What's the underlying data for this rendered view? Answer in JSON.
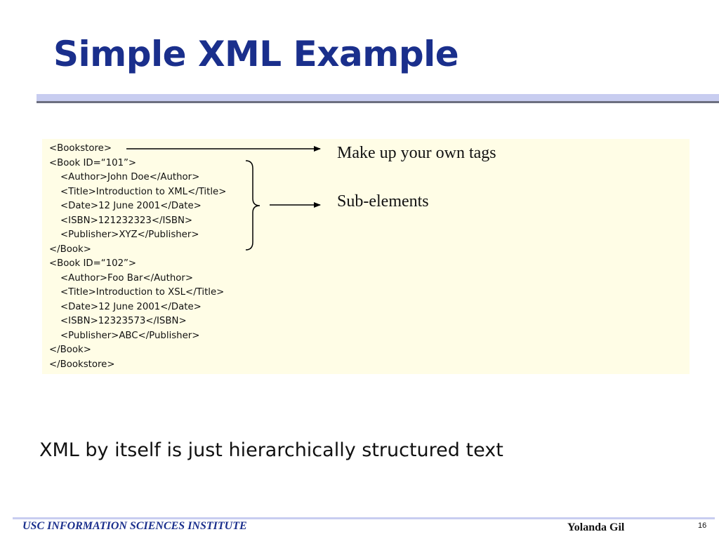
{
  "slide": {
    "title": "Simple XML Example",
    "caption": "XML by itself is just hierarchically structured text"
  },
  "code": {
    "lines": [
      "<Bookstore>",
      "<Book ID=“101”>",
      "<Author>John Doe</Author>",
      "<Title>Introduction to XML</Title>",
      "<Date>12 June 2001</Date>",
      "<ISBN>121232323</ISBN>",
      "<Publisher>XYZ</Publisher>",
      "</Book>",
      "<Book ID=“102”>",
      "<Author>Foo Bar</Author>",
      "<Title>Introduction to XSL</Title>",
      "<Date>12 June 2001</Date>",
      "<ISBN>12323573</ISBN>",
      "<Publisher>ABC</Publisher>",
      "</Book>",
      "</Bookstore>"
    ]
  },
  "annotations": {
    "tags": "Make up your own tags",
    "sub_elements": "Sub-elements"
  },
  "footer": {
    "institute": "USC INFORMATION SCIENCES INSTITUTE",
    "author": "Yolanda Gil",
    "page_number": "16"
  },
  "colors": {
    "title": "#1a2f8c",
    "rule": "#c8cdf0",
    "code_background": "#fffde6"
  }
}
